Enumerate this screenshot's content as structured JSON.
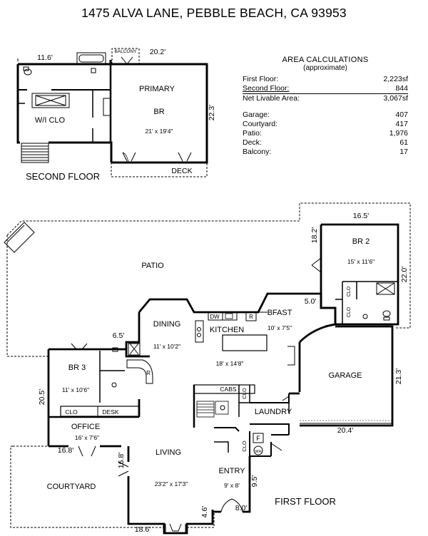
{
  "title": "1475 ALVA LANE, PEBBLE BEACH, CA  93953",
  "second_floor": {
    "label": "SECOND FLOOR",
    "rooms": {
      "primary": "PRIMARY",
      "br": "BR",
      "primary_size": "21' x 19'4\"",
      "wic": "W/I CLO",
      "balcony": "BALCONY",
      "deck": "DECK"
    },
    "dims": {
      "d11_6": "11.6'",
      "d20_2": "20.2'",
      "d22_3": "22.3'"
    }
  },
  "area": {
    "title": "AREA CALCULATIONS",
    "subtitle": "(approximate)",
    "rows": [
      {
        "label": "First  Floor:",
        "value": "2,223sf"
      },
      {
        "label": "Second Floor:",
        "value": "844"
      },
      {
        "label": "Net Livable Area:",
        "value": "3,067sf"
      },
      {
        "label": "Garage:",
        "value": "407"
      },
      {
        "label": "Courtyard:",
        "value": "417"
      },
      {
        "label": "Patio:",
        "value": "1,976"
      },
      {
        "label": "Deck:",
        "value": "61"
      },
      {
        "label": "Balcony:",
        "value": "17"
      }
    ]
  },
  "first_floor": {
    "label": "FIRST FLOOR",
    "rooms": {
      "patio": "PATIO",
      "br2": "BR 2",
      "br2_size": "15' x 11'6\"",
      "bfast": "BFAST",
      "bfast_size": "10' x 7'5\"",
      "dining": "DINING",
      "dining_size": "11' x 10'2\"",
      "kitchen": "KITCHEN",
      "kitchen_size": "18' x 14'8\"",
      "dw": "DW",
      "r": "R",
      "r2": "R",
      "br3": "BR 3",
      "br3_size": "11' x 10'6\"",
      "garage": "GARAGE",
      "cabs": "CABS",
      "clo": "CLO",
      "clo_br2a": "CLO",
      "clo_br2b": "CLO",
      "clo_cabs": "CLO",
      "clo_entry": "CLO",
      "desk": "DESK",
      "office": "OFFICE",
      "office_size": "16' x 7'6\"",
      "laundry": "LAUNDRY",
      "living": "LIVING",
      "living_size": "23'2\" x 17'3\"",
      "entry": "ENTRY",
      "entry_size": "9' x 8'",
      "courtyard": "COURTYARD",
      "f": "F",
      "wh": "WH"
    },
    "dims": {
      "d16_5": "16.5'",
      "d18_2": "18.2'",
      "d22_0": "22.0'",
      "d5_0": "5.0'",
      "d6_5": "6.5'",
      "d21_3": "21.3'",
      "d20_5": "20.5'",
      "d20_4": "20.4'",
      "d16_8a": "16.8'",
      "d16_8b": "16.8'",
      "d9_5": "9.5'",
      "d8_0": "8.0'",
      "d4_6": "4.6'",
      "d18_6": "18.6'"
    }
  }
}
